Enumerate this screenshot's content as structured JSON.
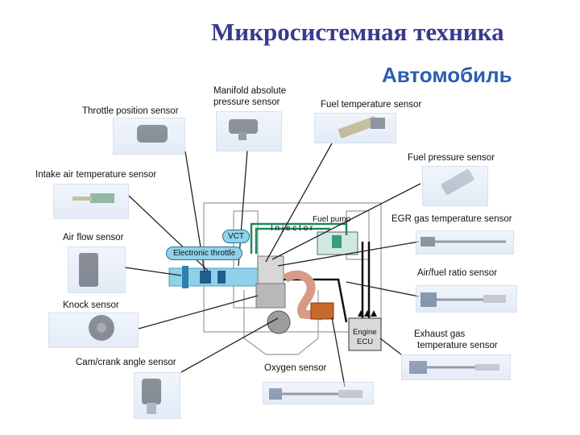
{
  "title": "Микросистемная техника",
  "subtitle": "Автомобиль",
  "sensors": {
    "throttle_position": "Throttle position sensor",
    "manifold_line1": "Manifold absolute",
    "manifold_line2": "pressure sensor",
    "fuel_temperature": "Fuel temperature sensor",
    "fuel_pressure": "Fuel pressure sensor",
    "intake_air_temperature": "Intake air temperature sensor",
    "egr_gas_temperature": "EGR gas temperature sensor",
    "air_flow": "Air flow sensor",
    "air_fuel_ratio": "Air/fuel ratio sensor",
    "knock": "Knock sensor",
    "exhaust_line1": "Exhaust gas",
    "exhaust_line2": "temperature sensor",
    "cam_crank_angle": "Cam/crank angle sensor",
    "oxygen": "Oxygen sensor"
  },
  "engine": {
    "vct": "VCT",
    "electronic_throttle": "Electronic throttle",
    "injector": "I n j e c t o r",
    "fuel_pump": "Fuel pump",
    "ecu_line1": "Engine",
    "ecu_line2": "ECU"
  }
}
